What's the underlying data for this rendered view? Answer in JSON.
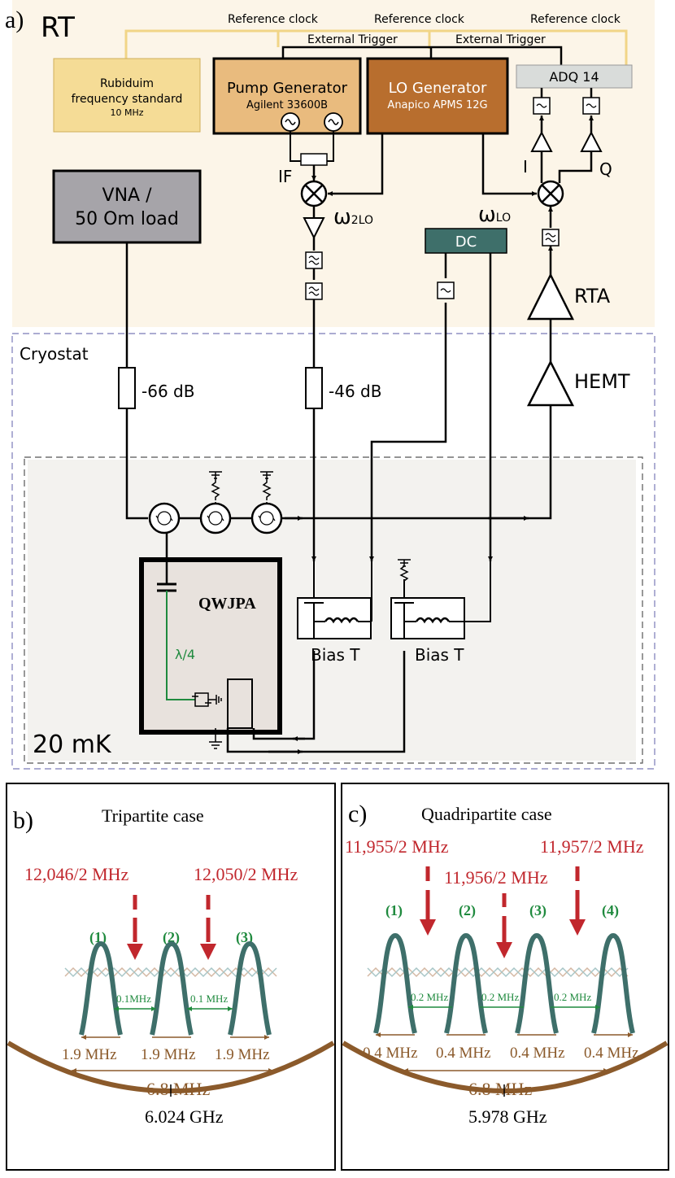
{
  "panel_a": {
    "label": "a)",
    "rt": "RT",
    "cryostat": "Cryostat",
    "mk": "20 mK",
    "ref_clock": "Reference clock",
    "ext_trigger": "External Trigger",
    "rubidium_l1": "Rubiduim",
    "rubidium_l2": "frequency standard",
    "rubidium_l3": "10 MHz",
    "pump_title": "Pump Generator",
    "pump_model": "Agilent 33600B",
    "lo_title": "LO Generator",
    "lo_model": "Anapico APMS 12G",
    "adq": "ADQ 14",
    "vna_l1": "VNA /",
    "vna_l2": "50 Om load",
    "dc": "DC",
    "if": "IF",
    "w2lo": "ω",
    "w2lo_sub": "2LO",
    "wlo": "ω",
    "wlo_sub": "LO",
    "i": "I",
    "q": "Q",
    "rta": "RTA",
    "hemt": "HEMT",
    "att1": "-66 dB",
    "att2": "-46 dB",
    "qwjpa": "QWJPA",
    "lambda": "λ/4",
    "biast1": "Bias T",
    "biast2": "Bias T"
  },
  "panel_b": {
    "label": "b)",
    "title": "Tripartite case",
    "pump1": "12,046/2 MHz",
    "pump2": "12,050/2 MHz",
    "modes": [
      "(1)",
      "(2)",
      "(3)"
    ],
    "spacing1": "0.1MHz",
    "spacing2": "0.1 MHz",
    "widths": [
      "1.9 MHz",
      "1.9 MHz",
      "1.9 MHz"
    ],
    "bandwidth": "6.8 MHz",
    "center": "6.024 GHz"
  },
  "panel_c": {
    "label": "c)",
    "title": "Quadripartite case",
    "pump1": "11,955/2 MHz",
    "pump2": "11,956/2 MHz",
    "pump3": "11,957/2 MHz",
    "modes": [
      "(1)",
      "(2)",
      "(3)",
      "(4)"
    ],
    "spacings": [
      "0.2 MHz",
      "0.2 MHz",
      "0.2 MHz"
    ],
    "widths": [
      "0.4 MHz",
      "0.4 MHz",
      "0.4 MHz",
      "0.4 MHz"
    ],
    "bandwidth": "6.8 MHz",
    "center": "5.978 GHz"
  },
  "colors": {
    "rt_bg": "#fcf5e8",
    "cold_bg": "#f3f2ef",
    "rubidium": "#f5dc96",
    "pump": "#e9bb7e",
    "lo": "#b86e2e",
    "adq": "#d9dcda",
    "vna": "#a6a4a9",
    "dc": "#3e6f6a",
    "qwjpa": "#e8e2dd",
    "clock": "#f1d587",
    "green": "#1f8a3e",
    "red": "#c1272d",
    "brown": "#8b5a2b",
    "teal": "#3e6f6a"
  }
}
